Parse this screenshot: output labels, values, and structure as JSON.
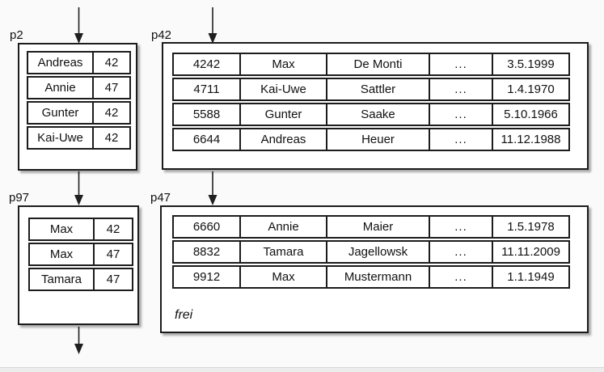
{
  "colors": {
    "background": "#fafafa",
    "box_background": "#ffffff",
    "border": "#1c1c1c",
    "text": "#111111"
  },
  "pages": {
    "p2": {
      "label": "p2",
      "rows": [
        [
          "Andreas",
          "42"
        ],
        [
          "Annie",
          "47"
        ],
        [
          "Gunter",
          "42"
        ],
        [
          "Kai-Uwe",
          "42"
        ]
      ]
    },
    "p42": {
      "label": "p42",
      "rows": [
        [
          "4242",
          "Max",
          "De Monti",
          "...",
          "3.5.1999"
        ],
        [
          "4711",
          "Kai-Uwe",
          "Sattler",
          "...",
          "1.4.1970"
        ],
        [
          "5588",
          "Gunter",
          "Saake",
          "...",
          "5.10.1966"
        ],
        [
          "6644",
          "Andreas",
          "Heuer",
          "...",
          "11.12.1988"
        ]
      ]
    },
    "p97": {
      "label": "p97",
      "rows": [
        [
          "Max",
          "42"
        ],
        [
          "Max",
          "47"
        ],
        [
          "Tamara",
          "47"
        ]
      ]
    },
    "p47": {
      "label": "p47",
      "rows": [
        [
          "6660",
          "Annie",
          "Maier",
          "...",
          "1.5.1978"
        ],
        [
          "8832",
          "Tamara",
          "Jagellowsk",
          "...",
          "11.11.2009"
        ],
        [
          "9912",
          "Max",
          "Mustermann",
          "...",
          "1.1.1949"
        ]
      ],
      "free_label": "frei"
    }
  }
}
